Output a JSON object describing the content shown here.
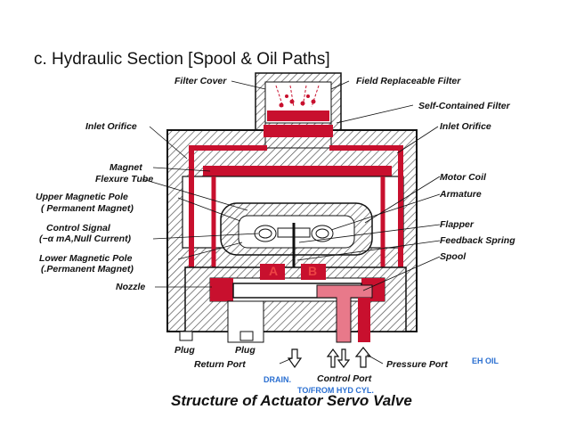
{
  "slide": {
    "title": "c.   Hydraulic Section [Spool & Oil Paths]"
  },
  "labels_left": {
    "filter_cover": "Filter Cover",
    "inlet_orifice": "Inlet Orifice",
    "magnet": "Magnet",
    "flexure_tube": "Flexure Tube",
    "upper_magnetic_pole": "Upper Magnetic Pole",
    "upper_magnetic_pole_sub": "( Permanent Magnet)",
    "control_signal": "Control Signal",
    "control_signal_sub": "(−α mA,Null Current)",
    "lower_magnetic_pole": "Lower Magnetic Pole",
    "lower_magnetic_pole_sub": "(.Permanent Magnet)",
    "nozzle": "Nozzle",
    "plug_left": "Plug",
    "plug_right": "Plug"
  },
  "labels_right": {
    "field_replaceable_filter": "Field Replaceable Filter",
    "self_contained_filter": "Self-Contained Filter",
    "inlet_orifice": "Inlet Orifice",
    "motor_coil": "Motor Coil",
    "armature": "Armature",
    "flapper": "Flapper",
    "feedback_spring": "Feedback Spring",
    "spool": "Spool"
  },
  "labels_bottom": {
    "return_port": "Return Port",
    "control_port": "Control Port",
    "pressure_port": "Pressure Port",
    "drain": "DRAIN.",
    "to_from_hyd_cyl": "TO/FROM HYD CYL.",
    "eh_oil": "EH OIL"
  },
  "chambers": {
    "a": "A",
    "b": "B"
  },
  "diagram_title": "Structure of Actuator Servo Valve",
  "colors": {
    "oil_red": "#c8102e",
    "control_pink": "#e8798a",
    "hatch_gray": "#555555",
    "annotation_blue": "#2a6fd1"
  }
}
